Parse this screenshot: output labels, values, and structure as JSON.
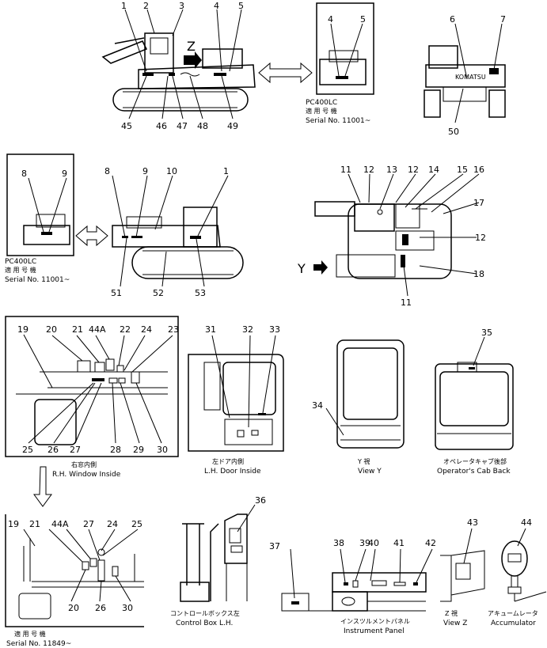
{
  "callouts": {
    "top": [
      "1",
      "2",
      "3",
      "4",
      "5",
      "45",
      "46",
      "47",
      "48",
      "49"
    ],
    "view_z_marker": "Z",
    "inset1": [
      "4",
      "5"
    ],
    "right_view": [
      "6",
      "7",
      "50"
    ],
    "mid_inset": [
      "8",
      "9"
    ],
    "mid_side": [
      "8",
      "9",
      "10",
      "1",
      "51",
      "52",
      "53"
    ],
    "plan_view": [
      "11",
      "12",
      "13",
      "12",
      "14",
      "15",
      "16",
      "17",
      "12",
      "18",
      "11"
    ],
    "view_y_marker": "Y",
    "window": [
      "19",
      "20",
      "21",
      "44A",
      "22",
      "24",
      "23",
      "25",
      "26",
      "27",
      "28",
      "29",
      "30"
    ],
    "door": [
      "31",
      "32",
      "33"
    ],
    "view_y": [
      "34"
    ],
    "cab_back": [
      "35"
    ],
    "serial_view": [
      "19",
      "21",
      "44A",
      "27",
      "24",
      "25",
      "20",
      "26",
      "30"
    ],
    "control_box": [
      "36"
    ],
    "panel": [
      "37",
      "38",
      "39",
      "40",
      "41",
      "42"
    ],
    "view_z_detail": [
      "43"
    ],
    "accumulator": [
      "44"
    ]
  },
  "captions": {
    "pc400lc_1": "PC400LC",
    "applic_1": "適 用 号 機",
    "serial_1": "Serial No. 11001~",
    "pc400lc_2": "PC400LC",
    "applic_2": "適 用 号 機",
    "serial_2": "Serial No. 11001~",
    "window_jp": "右窓内側",
    "window_en": "R.H. Window Inside",
    "door_jp": "左ドア内側",
    "door_en": "L.H. Door Inside",
    "viewy_jp": "Y  視",
    "viewy_en": "View Y",
    "cab_jp": "オペレータキャブ後部",
    "cab_en": "Operator's Cab Back",
    "serial3_jp": "適 用 号 機",
    "serial3_en": "Serial No. 11849~",
    "control_jp": "コントロールボックス左",
    "control_en": "Control Box L.H.",
    "panel_jp": "インスツルメントパネル",
    "panel_en": "Instrument Panel",
    "viewz_jp": "Z  視",
    "viewz_en": "View Z",
    "accum_jp": "アキュームレータ",
    "accum_en": "Accumulator"
  },
  "brand": "KOMATSU"
}
